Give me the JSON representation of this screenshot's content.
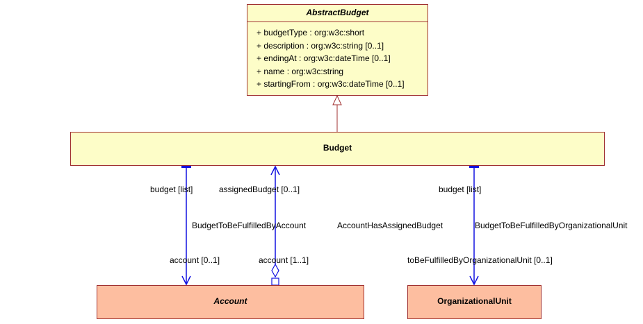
{
  "abstract_budget": {
    "name": "AbstractBudget",
    "attributes": [
      "+ budgetType : org:w3c:short",
      "+ description : org:w3c:string [0..1]",
      "+ endingAt : org:w3c:dateTime [0..1]",
      "+ name : org:w3c:string",
      "+ startingFrom : org:w3c:dateTime [0..1]"
    ]
  },
  "budget": {
    "name": "Budget"
  },
  "account": {
    "name": "Account"
  },
  "organizational_unit": {
    "name": "OrganizationalUnit"
  },
  "associations": {
    "budget_to_account": {
      "name": "BudgetToBeFulfilledByAccount",
      "source_role": "budget [list]",
      "target_role": "account [0..1]"
    },
    "account_has_assigned_budget": {
      "name": "AccountHasAssignedBudget",
      "source_role": "account [1..1]",
      "target_role": "assignedBudget [0..1]"
    },
    "budget_to_org_unit": {
      "name": "BudgetToBeFulfilledByOrganizationalUnit",
      "source_role": "budget [list]",
      "target_role": "toBeFulfilledByOrganizationalUnit [0..1]"
    }
  },
  "colors": {
    "class_border": "#a03030",
    "abstract_fill": "#fdfdc8",
    "leaf_fill": "#fdbea0",
    "association_line": "#1010e0",
    "generalization_line": "#a03030"
  }
}
